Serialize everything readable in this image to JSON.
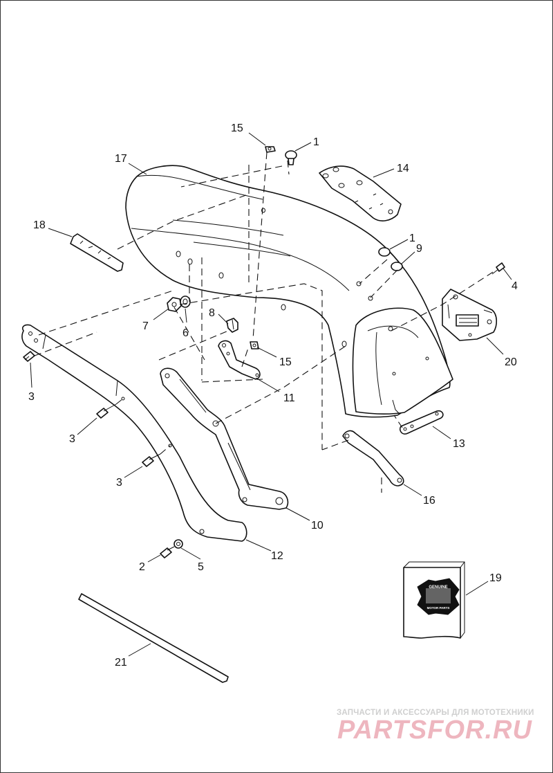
{
  "callouts": {
    "c15a": "15",
    "c1a": "1",
    "c17": "17",
    "c14": "14",
    "c18": "18",
    "c1b": "1",
    "c9": "9",
    "c4": "4",
    "c7": "7",
    "c6": "6",
    "c8": "8",
    "c15b": "15",
    "c20": "20",
    "c3a": "3",
    "c11": "11",
    "c3b": "3",
    "c13": "13",
    "c3c": "3",
    "c16": "16",
    "c10": "10",
    "c2": "2",
    "c5": "5",
    "c12": "12",
    "c19": "19",
    "c21": "21"
  },
  "watermark": {
    "tagline": "ЗАПЧАСТИ И АКСЕССУАРЫ ДЛЯ МОТОТЕХНИКИ",
    "brand": "PARTSFOR.RU"
  },
  "genuine_badge": {
    "top_text": "GENUINE",
    "bottom_text": "MOTOR PARTS"
  },
  "colors": {
    "line": "#111111",
    "watermark_red": "#c8102e",
    "watermark_gray": "#cfcfcf"
  }
}
